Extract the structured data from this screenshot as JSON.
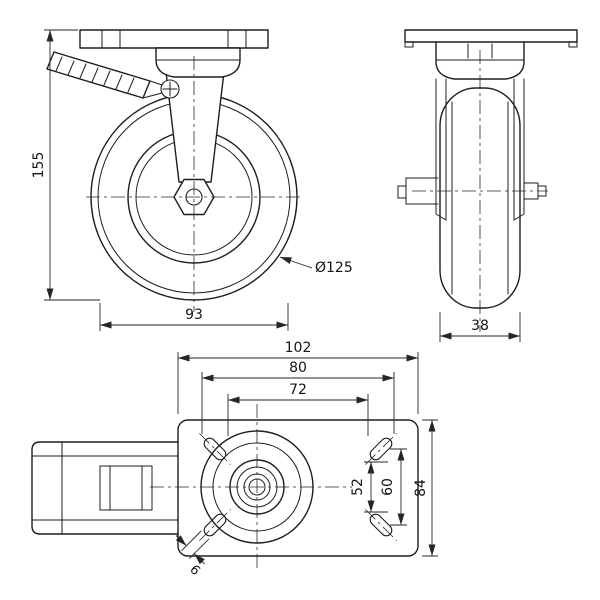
{
  "colors": {
    "background": "#ffffff",
    "line": "#1e1e1e"
  },
  "views": {
    "front": {
      "height_mm": "155",
      "base_mm": "93",
      "wheel_diameter": "Ø125"
    },
    "side": {
      "wheel_width_mm": "38"
    },
    "top": {
      "plate_length_mm": "102",
      "hole_span_outer_mm": "80",
      "hole_span_inner_mm": "72",
      "hole_span_vert_inner_mm": "52",
      "hole_span_vert_mm": "60",
      "plate_width_mm": "84",
      "slot_width_mm": "6"
    }
  }
}
